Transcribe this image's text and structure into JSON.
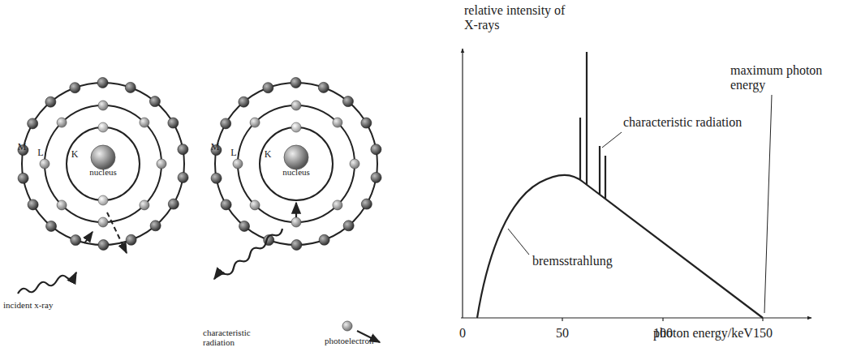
{
  "diagram": {
    "labels": [
      "M",
      "L",
      "K",
      "nucleus",
      "incident x-ray",
      "M",
      "L",
      "K",
      "nucleus",
      "characteristic radiation",
      "photoelectron",
      "relative intensity of X-rays",
      "characteristic radiation",
      "maximum photon energy",
      "bremsstrahlung",
      "0",
      "50",
      "100",
      "150",
      "photon energy/keV"
    ]
  }
}
